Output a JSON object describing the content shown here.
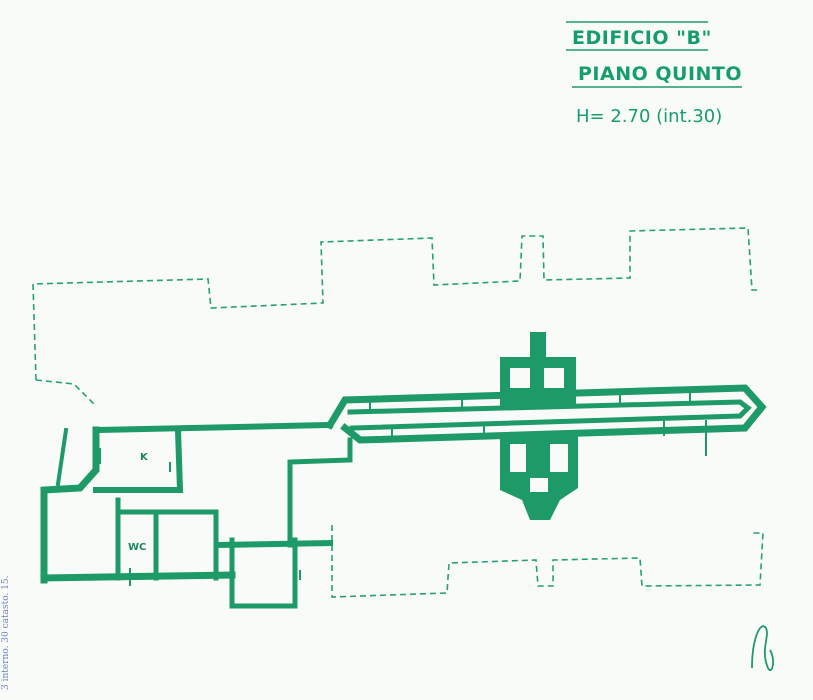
{
  "title": {
    "building": "EDIFICIO \"B\"",
    "floor": "PIANO QUINTO",
    "height": "H= 2.70 (int.30)"
  },
  "rooms": {
    "kitchen": "K",
    "wc": "WC"
  },
  "margin_note": "3 interno. 30 catasto. 15.",
  "colors": {
    "ink": "#1e9a68",
    "paper": "#f9fbf9",
    "margin_ink": "#6d7fb7"
  }
}
